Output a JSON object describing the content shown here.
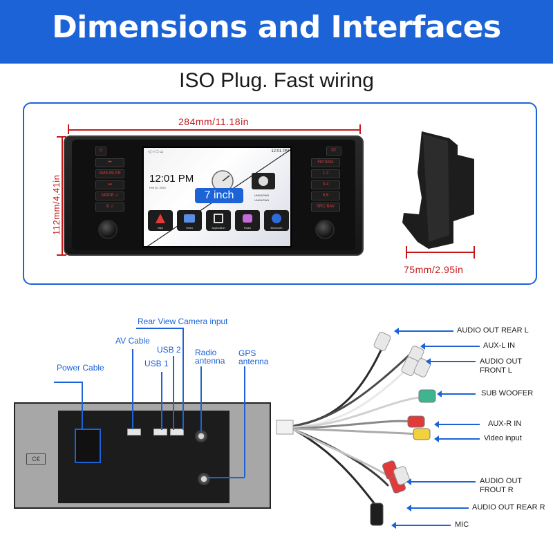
{
  "header": {
    "title": "Dimensions and Interfaces",
    "subtitle": "ISO Plug. Fast wiring"
  },
  "dimensions": {
    "width": "284mm/11.18in",
    "height": "112mm/4.41in",
    "depth": "75mm/2.95in"
  },
  "head_unit": {
    "left_buttons": [
      "⏻",
      "⏮",
      "AMS MUTE",
      "⏭",
      "MODE ♫",
      "✆ ♫"
    ],
    "right_buttons": [
      "ST",
      "FM  SNG",
      "1  2",
      "3  4",
      "5  6",
      "SRC  BAV"
    ],
    "screen": {
      "time": "12:01 PM",
      "date": "Feb 20, 2023",
      "status_time": "12:01 PM",
      "size_badge": "7 inch",
      "track_line1": "UNKNOWN",
      "track_line2": "UNKNOWN",
      "apps": [
        "Navi",
        "Video",
        "Application",
        "Radio",
        "Bluetooth"
      ]
    }
  },
  "interfaces": {
    "left_labels": {
      "rear_camera": "Rear View Camera input",
      "av_cable": "AV Cable",
      "usb2": "USB 2",
      "usb1": "USB 1",
      "radio_antenna_1": "Radio",
      "radio_antenna_2": "antenna",
      "gps_antenna_1": "GPS",
      "gps_antenna_2": "antenna",
      "power_cable": "Power Cable"
    },
    "right_labels": [
      "AUDIO OUT REAR L",
      "AUX-L IN",
      "AUDIO OUT\nFRONT L",
      "SUB WOOFER",
      "AUX-R IN",
      "Video input",
      "AUDIO OUT\nFROUT R",
      "AUDIO OUT REAR R",
      "MIC"
    ]
  },
  "colors": {
    "accent": "#1b63d6",
    "dimension": "#c41818"
  }
}
